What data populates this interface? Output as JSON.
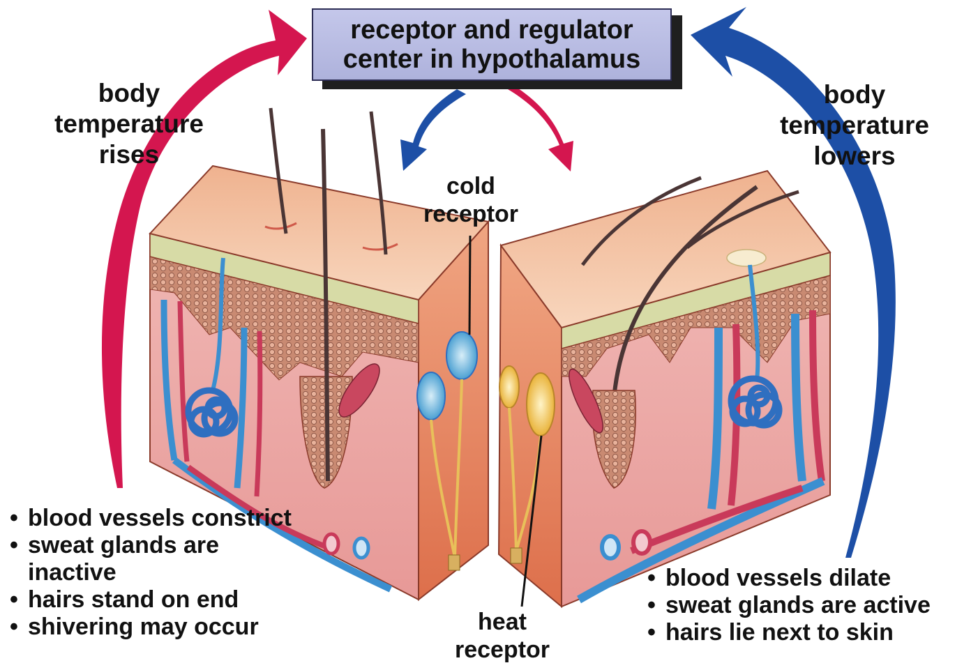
{
  "title": {
    "line1": "receptor and regulator",
    "line2": "center in hypothalamus"
  },
  "left_label": {
    "line1": "body",
    "line2": "temperature",
    "line3": "rises"
  },
  "right_label": {
    "line1": "body",
    "line2": "temperature",
    "line3": "lowers"
  },
  "cold_receptor": {
    "line1": "cold",
    "line2": "receptor"
  },
  "heat_receptor": {
    "line1": "heat",
    "line2": "receptor"
  },
  "left_effects": [
    "blood vessels constrict",
    "sweat glands are inactive",
    "hairs stand on end",
    "shivering may occur"
  ],
  "right_effects": [
    "blood vessels dilate",
    "sweat glands are active",
    "hairs lie next to skin"
  ],
  "colors": {
    "warm_arrow": "#d4164f",
    "cool_arrow": "#1d4fa6",
    "title_box": "#b7bae2",
    "skin_surface": "#f2b99a",
    "dermis": "#e6a196",
    "epidermis_layer": "#d7dba6",
    "vein": "#3b8fd0",
    "artery": "#c93a5a"
  },
  "icons": {
    "left_arrow": "curved-warm-arrow",
    "right_arrow": "curved-cool-arrow",
    "cold_receptor": "cold-receptor-icon",
    "heat_receptor": "heat-receptor-icon"
  }
}
